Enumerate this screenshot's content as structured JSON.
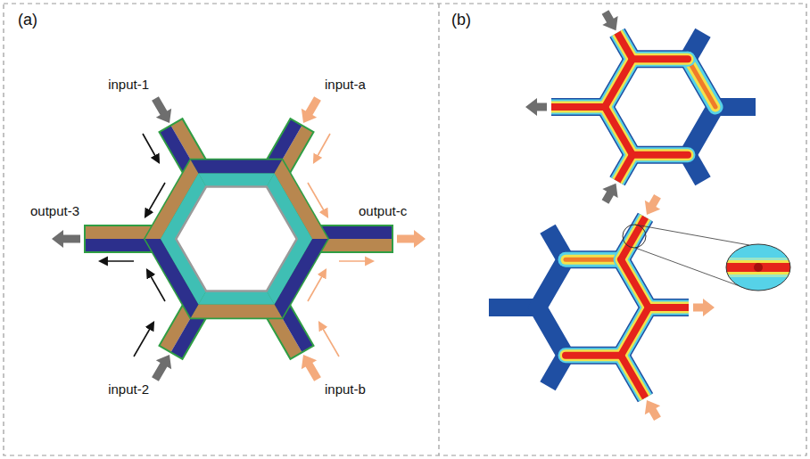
{
  "diagram": {
    "labels": [
      "(a)",
      "input-1",
      "input-a",
      "output-3",
      "output-c",
      "input-2",
      "input-b",
      "(b)"
    ]
  }
}
